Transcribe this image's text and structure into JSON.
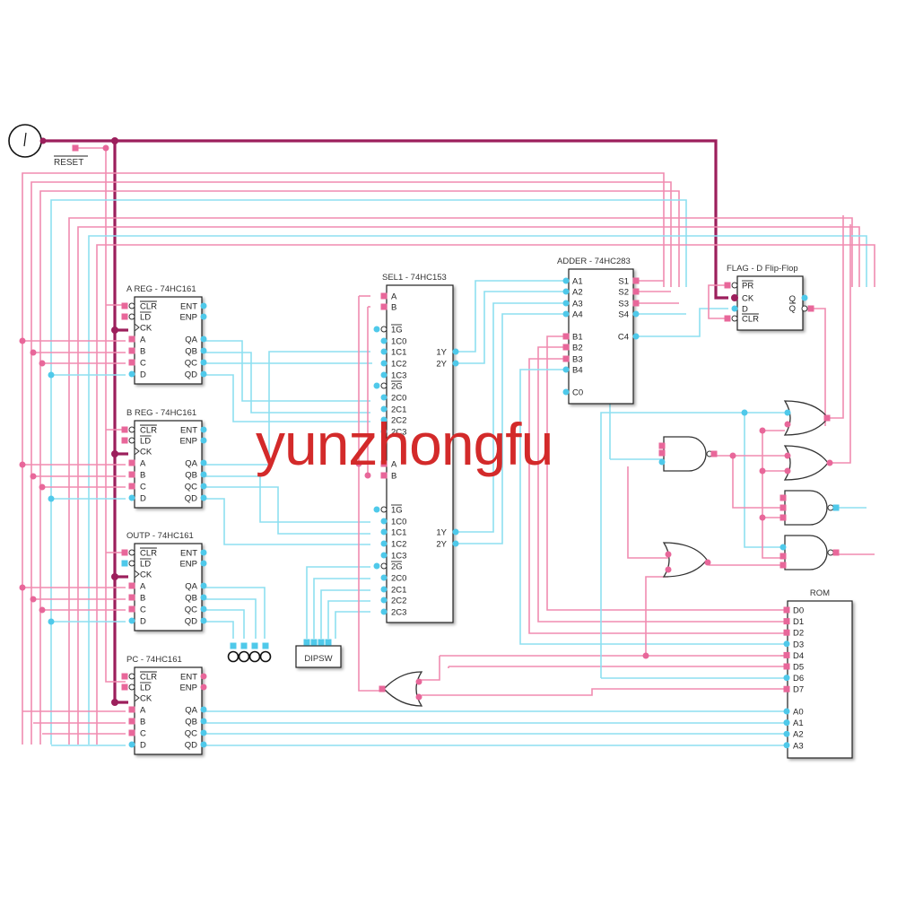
{
  "watermark": "yunzhongfu",
  "clock": {
    "label": "",
    "icon": "clock-source-icon"
  },
  "reset": {
    "label": "RESET"
  },
  "chips": {
    "areg": {
      "title": "A REG - 74HC161",
      "left_pins": [
        "CLR",
        "LD",
        "CK",
        "A",
        "B",
        "C",
        "D"
      ],
      "right_pins": [
        "ENT",
        "ENP",
        "",
        "QA",
        "QB",
        "QC",
        "QD"
      ]
    },
    "breg": {
      "title": "B REG - 74HC161",
      "left_pins": [
        "CLR",
        "LD",
        "CK",
        "A",
        "B",
        "C",
        "D"
      ],
      "right_pins": [
        "ENT",
        "ENP",
        "",
        "QA",
        "QB",
        "QC",
        "QD"
      ]
    },
    "outp": {
      "title": "OUTP - 74HC161",
      "left_pins": [
        "CLR",
        "LD",
        "CK",
        "A",
        "B",
        "C",
        "D"
      ],
      "right_pins": [
        "ENT",
        "ENP",
        "",
        "QA",
        "QB",
        "QC",
        "QD"
      ]
    },
    "pc": {
      "title": "PC - 74HC161",
      "left_pins": [
        "CLR",
        "LD",
        "CK",
        "A",
        "B",
        "C",
        "D"
      ],
      "right_pins": [
        "ENT",
        "ENP",
        "",
        "QA",
        "QB",
        "QC",
        "QD"
      ]
    },
    "sel1": {
      "title": "SEL1 - 74HC153",
      "top_pins": [
        "A",
        "B",
        "",
        "1G",
        "1C0",
        "1C1",
        "1C2",
        "1C3",
        "2G",
        "2C0",
        "2C1",
        "2C2",
        "2C3"
      ],
      "bottom_pins": [
        "A",
        "B",
        "",
        "1G",
        "1C0",
        "1C1",
        "1C2",
        "1C3",
        "2G",
        "2C0",
        "2C1",
        "2C2",
        "2C3"
      ],
      "outputs": [
        "1Y",
        "2Y"
      ]
    },
    "adder": {
      "title": "ADDER - 74HC283",
      "left_pins": [
        "A1",
        "A2",
        "A3",
        "A4",
        "",
        "B1",
        "B2",
        "B3",
        "B4",
        "",
        "C0"
      ],
      "right_pins": [
        "S1",
        "S2",
        "S3",
        "S4",
        "",
        "C4"
      ]
    },
    "flag": {
      "title": "FLAG - D Flip-Flop",
      "left_pins": [
        "PR",
        "CK",
        "D",
        "CLR"
      ],
      "right_pins": [
        "Q",
        "Q"
      ]
    },
    "rom": {
      "title": "ROM",
      "data_pins": [
        "D0",
        "D1",
        "D2",
        "D3",
        "D4",
        "D5",
        "D6",
        "D7"
      ],
      "addr_pins": [
        "A0",
        "A1",
        "A2",
        "A3"
      ]
    },
    "dipsw": {
      "label": "DIPSW"
    }
  },
  "leds": {
    "count": 4
  },
  "colors": {
    "wire_pink": "#f08cb0",
    "wire_cyan": "#8ddff0",
    "clock_wire": "#9c1f5c",
    "pin_pink": "#e8679a",
    "pin_cyan": "#4fc9ea",
    "watermark": "#d32a2a"
  }
}
